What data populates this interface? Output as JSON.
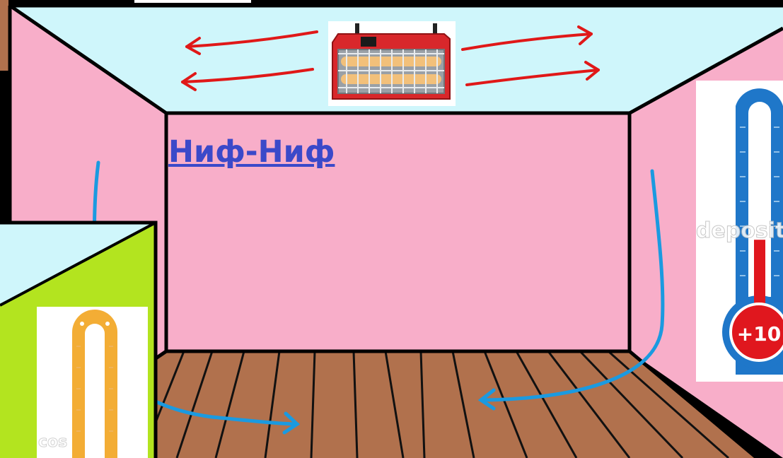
{
  "title_link": "Ниф-Ниф",
  "right_thermometer": {
    "reading": "+10",
    "watermark": "deposit",
    "level": 0.36
  },
  "left_thermometer": {
    "watermark": "cos",
    "level": 0.28
  },
  "heater": {
    "brand": ""
  },
  "colors": {
    "ceiling": "#cff6fb",
    "walls": "#f8aec9",
    "floor": "#b1714d",
    "outline": "#000000",
    "heat_arrows": "#e01818",
    "airflow_arrows": "#1b9ae0",
    "link": "#3b49c9",
    "thermo_blue": "#1f77c9",
    "thermo_red": "#e0171e",
    "thermo_orange": "#f3ad35",
    "lime_box": "#b3e41f"
  }
}
